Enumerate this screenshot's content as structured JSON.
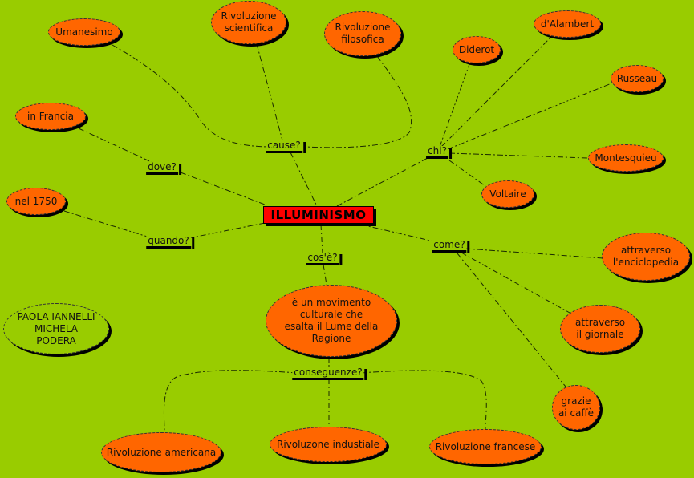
{
  "center": "ILLUMINISMO",
  "links": {
    "cause": "cause?",
    "chi": "chi?",
    "dove": "dove?",
    "quando": "quando?",
    "cose": "cos'è?",
    "come": "come?",
    "conseguenze": "conseguenze?"
  },
  "concepts": {
    "umanesimo": "Umanesimo",
    "riv_scientifica": "Rivoluzione scientifica",
    "riv_filosofica": "Rivoluzione filosofica",
    "diderot": "Diderot",
    "dalambert": "d'Alambert",
    "russeau": "Russeau",
    "montesquieu": "Montesquieu",
    "voltaire": "Voltaire",
    "in_francia": "in Francia",
    "nel_1750": "nel 1750",
    "enciclopedia": "attraverso l'enciclopedia",
    "giornale": "attraverso il giornale",
    "caffe": "grazie ai caffè",
    "movimento": "è un movimento culturale che esalta il Lume della Ragione",
    "riv_americana": "Rivoluzione americana",
    "riv_industriale": "Rivoluzone industiale",
    "riv_francese": "Rivoluzione francese",
    "authors": "PAOLA IANNELLI MICHELA PODERA"
  },
  "colors": {
    "background": "#99cc00",
    "concept": "#ff6600",
    "center": "#ff0000"
  }
}
